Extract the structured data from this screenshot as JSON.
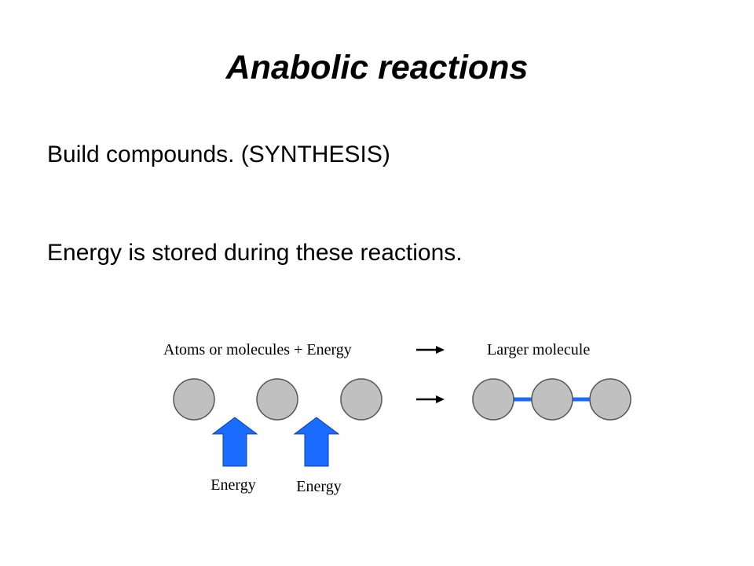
{
  "slide": {
    "title": "Anabolic reactions",
    "bullets": [
      "Build compounds. (SYNTHESIS)",
      "Energy is stored during these reactions."
    ]
  },
  "diagram": {
    "reactants_label": "Atoms or molecules + Energy",
    "product_label": "Larger molecule",
    "energy_labels": [
      "Energy",
      "Energy"
    ],
    "colors": {
      "atom_fill": "#c0c0c0",
      "atom_stroke": "#555555",
      "energy_arrow": "#1a6cff",
      "bond": "#1a6cff"
    }
  }
}
